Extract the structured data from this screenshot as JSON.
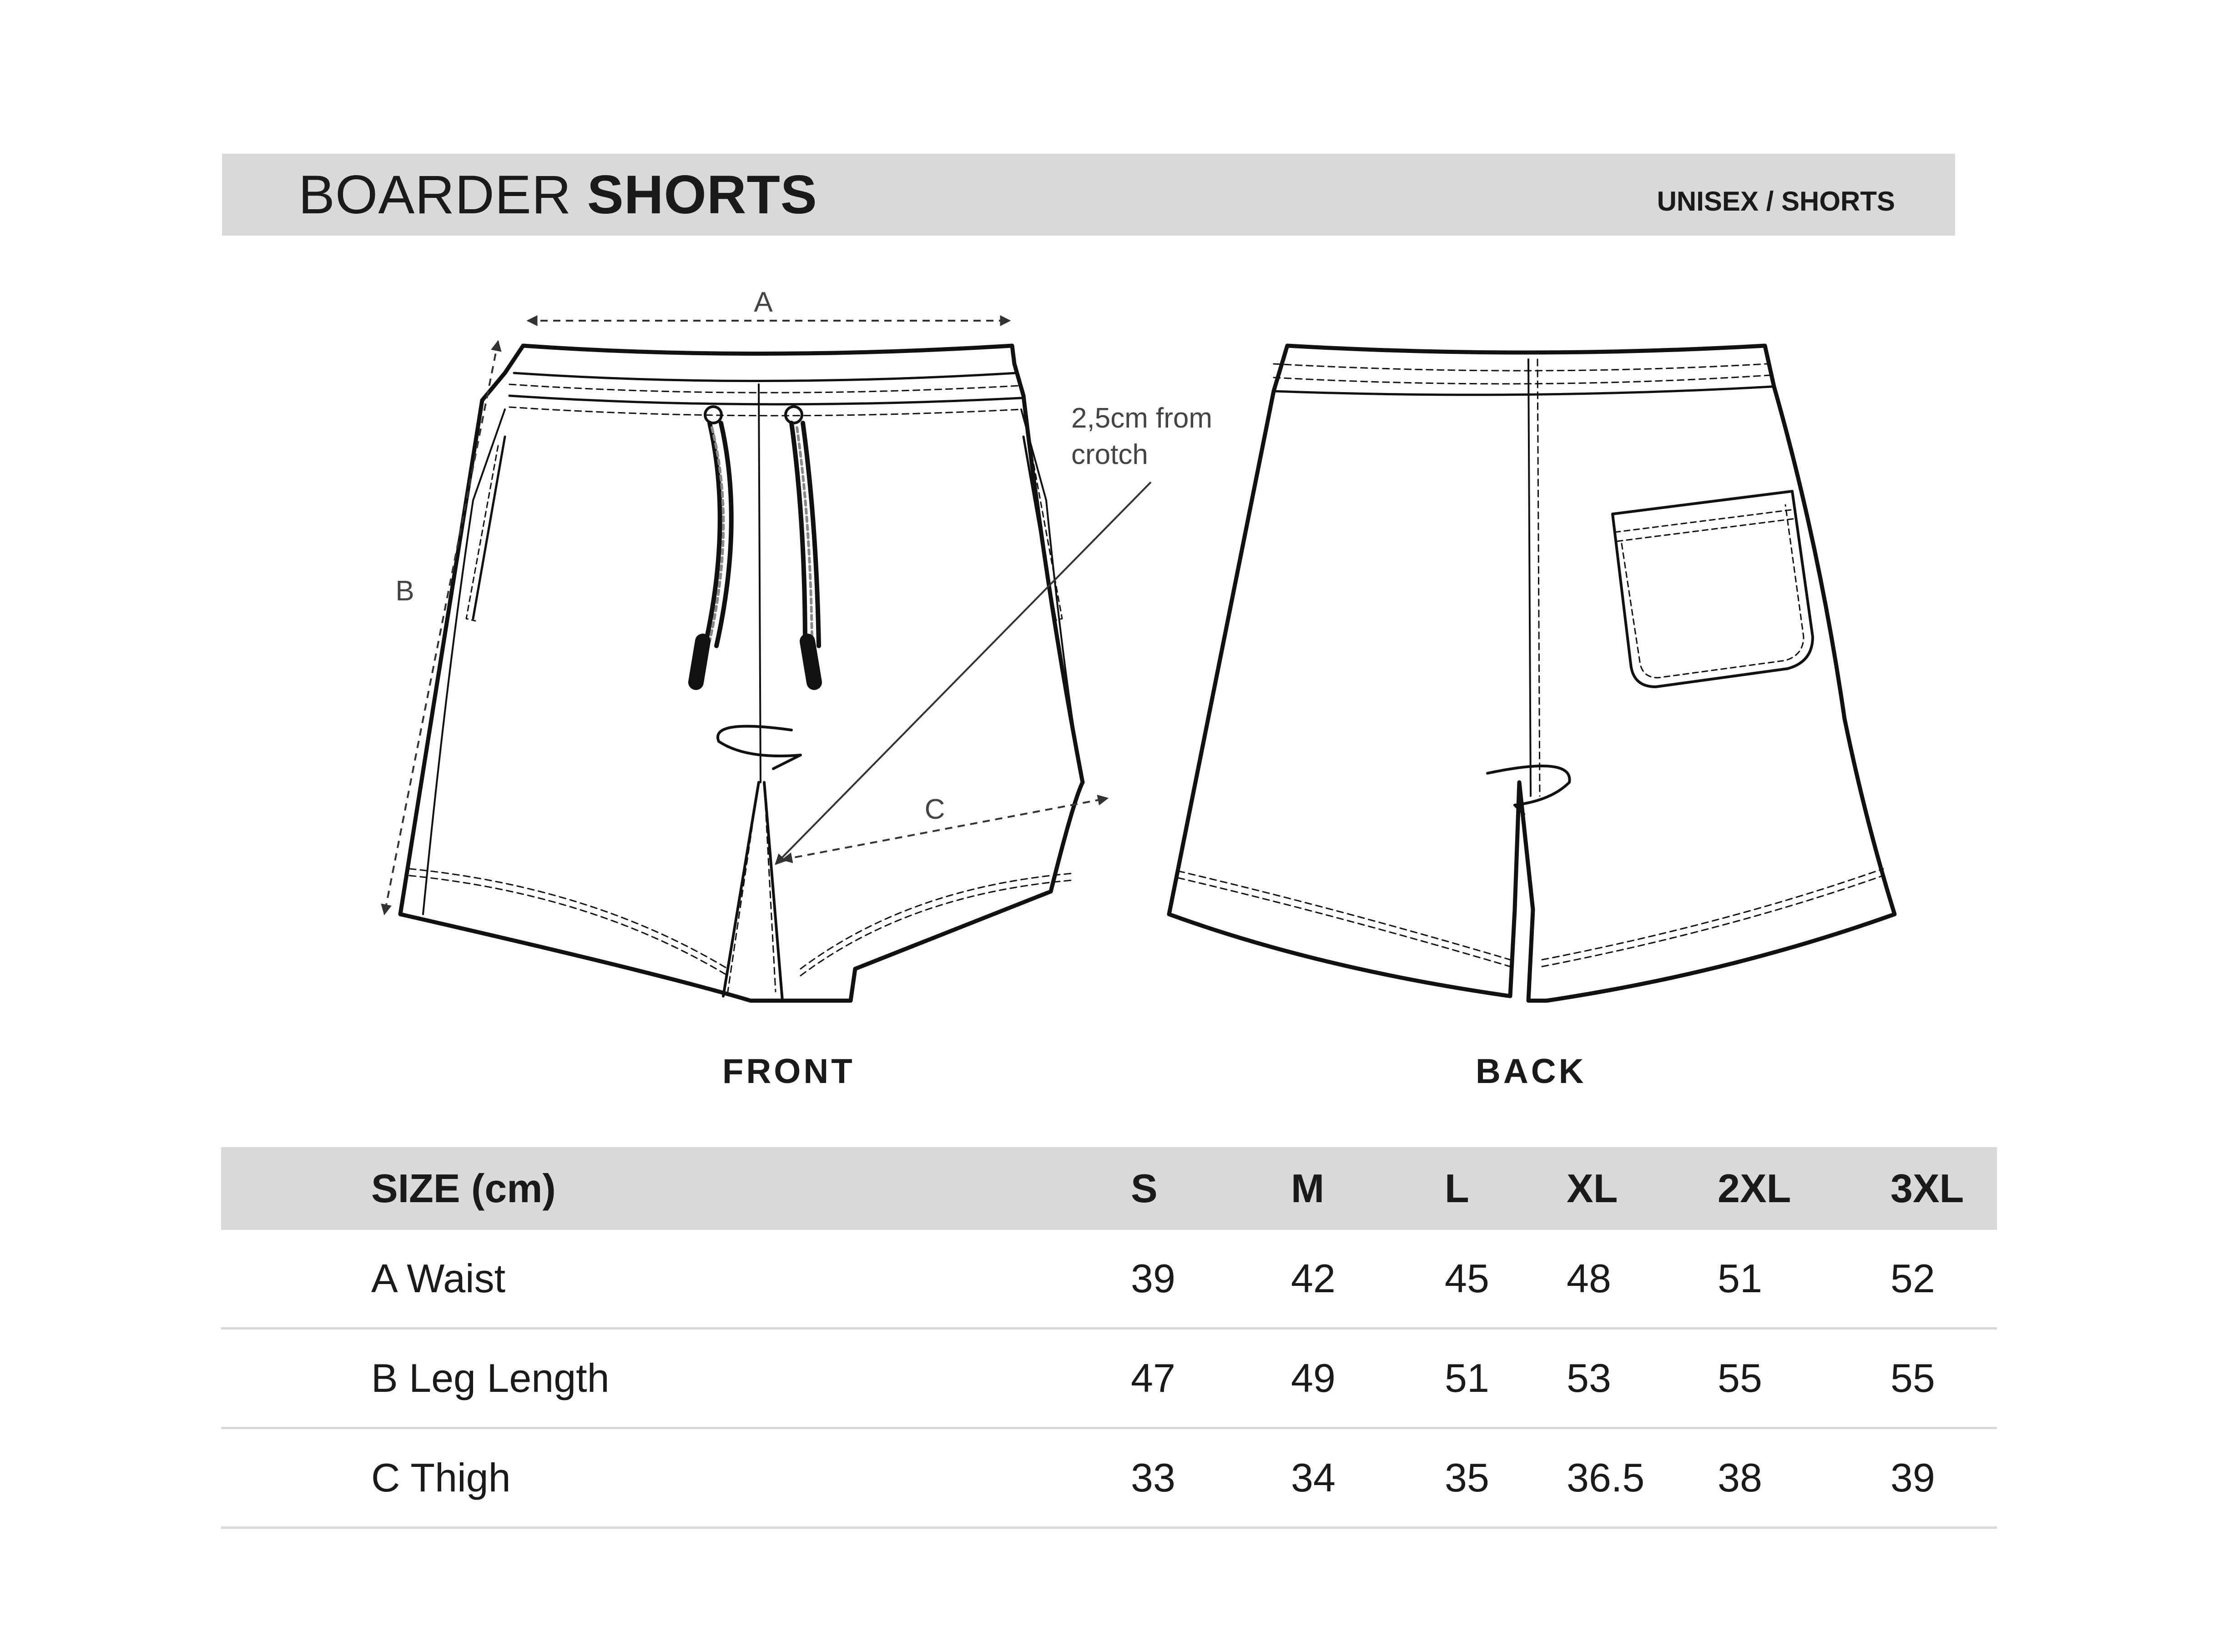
{
  "header": {
    "title_light": "BOARDER",
    "title_bold": "SHORTS",
    "category": "UNISEX / SHORTS"
  },
  "diagram": {
    "label_a": "A",
    "label_b": "B",
    "label_c": "C",
    "annotation_line1": "2,5cm from",
    "annotation_line2": "crotch",
    "front_label": "FRONT",
    "back_label": "BACK"
  },
  "size_table": {
    "headers": [
      "SIZE (cm)",
      "S",
      "M",
      "L",
      "XL",
      "2XL",
      "3XL"
    ],
    "rows": [
      {
        "label": "A Waist",
        "values": [
          "39",
          "42",
          "45",
          "48",
          "51",
          "52"
        ]
      },
      {
        "label": "B Leg Length",
        "values": [
          "47",
          "49",
          "51",
          "53",
          "55",
          "55"
        ]
      },
      {
        "label": "C Thigh",
        "values": [
          "33",
          "34",
          "35",
          "36.5",
          "38",
          "39"
        ]
      }
    ]
  }
}
